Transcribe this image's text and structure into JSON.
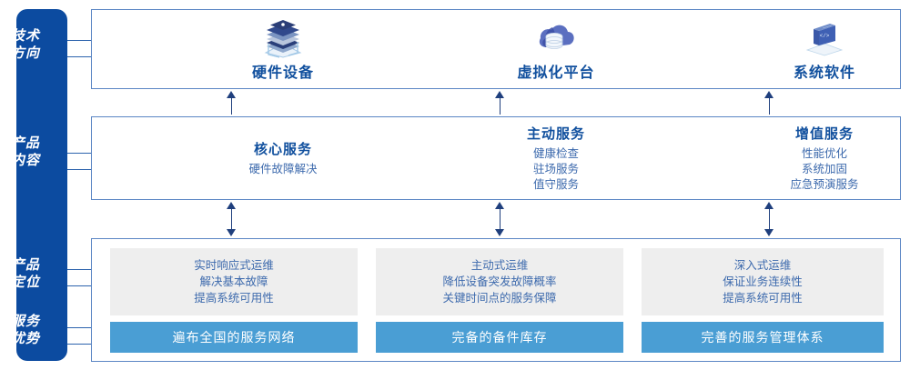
{
  "sidebar": {
    "groups": [
      {
        "name": "tech-direction",
        "lines": [
          "技术",
          "方向"
        ]
      },
      {
        "name": "product-content",
        "lines": [
          "产品",
          "内容"
        ]
      },
      {
        "name": "product-position",
        "lines": [
          "产品",
          "定位"
        ]
      },
      {
        "name": "service-advantage",
        "lines": [
          "服务",
          "优势"
        ]
      }
    ]
  },
  "tech_row": {
    "columns": [
      {
        "icon": "server-stack-icon",
        "label": "硬件设备"
      },
      {
        "icon": "cloud-database-icon",
        "label": "虚拟化平台"
      },
      {
        "icon": "laptop-code-icon",
        "label": "系统软件"
      }
    ]
  },
  "content_row": {
    "columns": [
      {
        "title": "核心服务",
        "items": [
          "硬件故障解决"
        ]
      },
      {
        "title": "主动服务",
        "items": [
          "健康检查",
          "驻场服务",
          "值守服务"
        ]
      },
      {
        "title": "增值服务",
        "items": [
          "性能优化",
          "系统加固",
          "应急预演服务"
        ]
      }
    ]
  },
  "bottom_row": {
    "columns": [
      {
        "positioning": [
          "实时响应式运维",
          "解决基本故障",
          "提高系统可用性"
        ],
        "advantage": "遍布全国的服务网络"
      },
      {
        "positioning": [
          "主动式运维",
          "降低设备突发故障概率",
          "关键时间点的服务保障"
        ],
        "advantage": "完备的备件库存"
      },
      {
        "positioning": [
          "深入式运维",
          "保证业务连续性",
          "提高系统可用性"
        ],
        "advantage": "完善的服务管理体系"
      }
    ]
  },
  "colors": {
    "sidebar_blue": "#0c4ba0",
    "panel_border": "#5b86c4",
    "heading_blue": "#11509e",
    "body_blue": "#3d6aad",
    "bar_blue": "#4a9ed4",
    "gray_box": "#eeeeee",
    "arrow_navy": "#1f3f7d"
  }
}
